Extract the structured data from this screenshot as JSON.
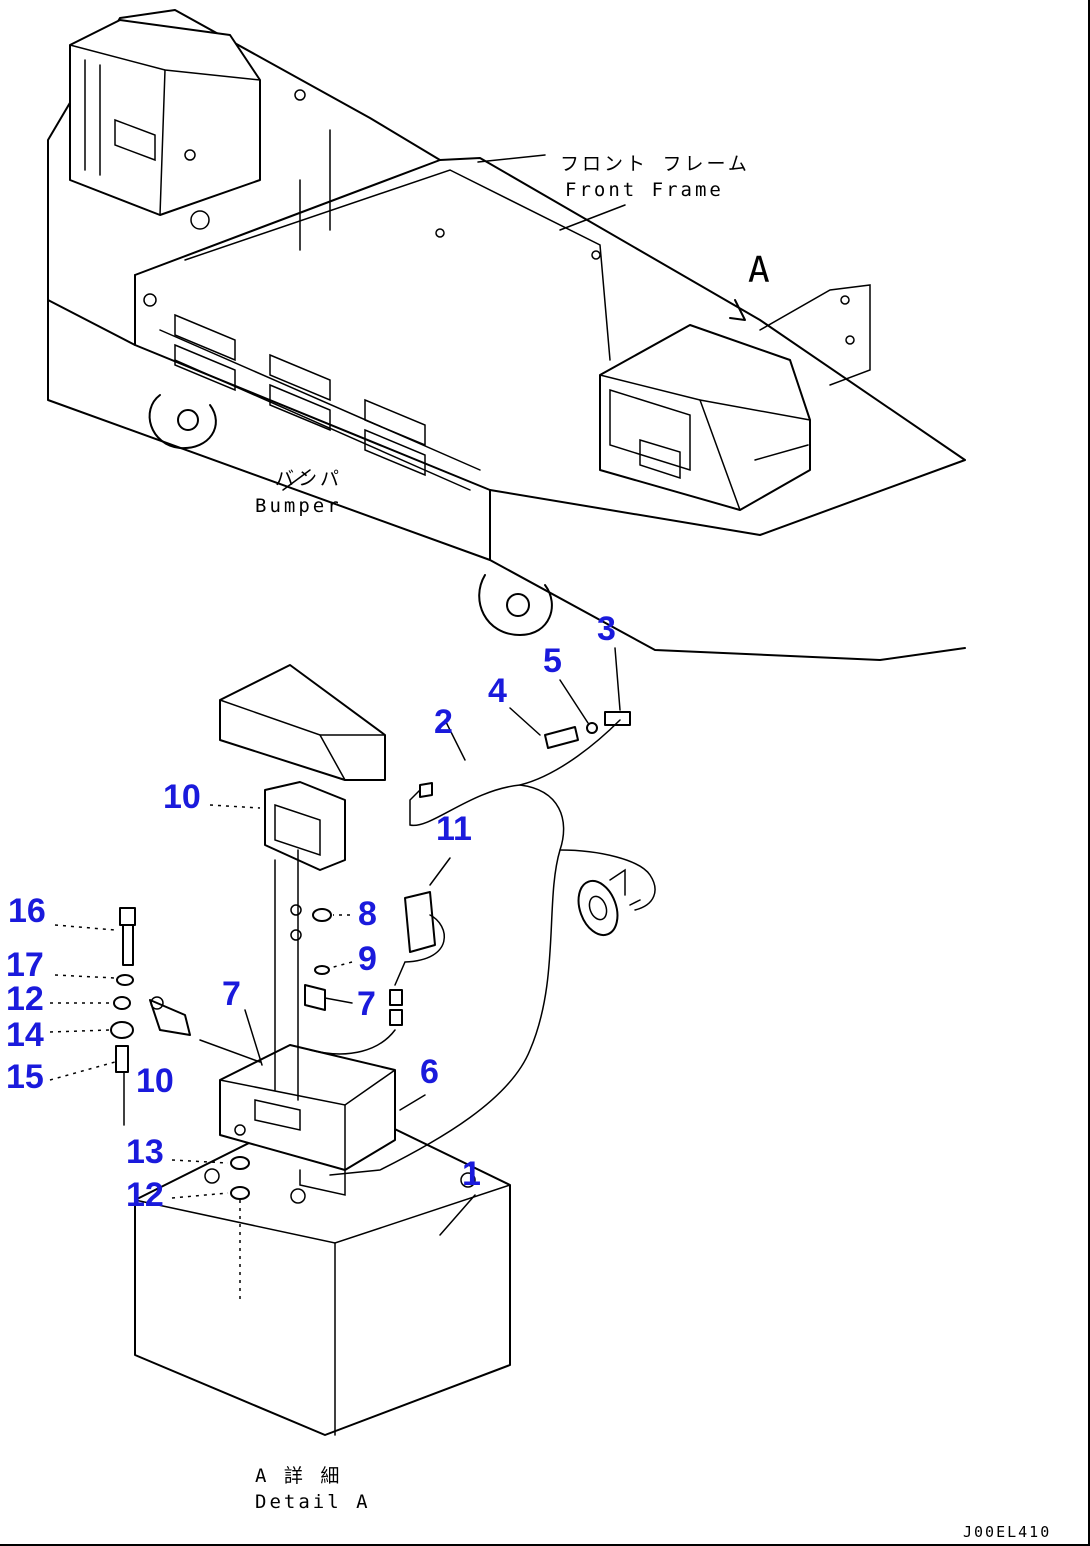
{
  "labels": {
    "front_frame_jp": "フロント フレーム",
    "front_frame_en": "Front Frame",
    "view_letter": "A",
    "bumper_jp": "バンパ",
    "bumper_en": "Bumper",
    "detail_jp": "A 詳 細",
    "detail_en": "Detail A",
    "drawing_code": "J00EL410"
  },
  "callouts": [
    "1",
    "2",
    "3",
    "4",
    "5",
    "6",
    "7",
    "7",
    "8",
    "9",
    "10",
    "10",
    "11",
    "12",
    "12",
    "13",
    "14",
    "15",
    "16",
    "17"
  ],
  "colors": {
    "callout": "#1a1adc",
    "line": "#000000"
  }
}
